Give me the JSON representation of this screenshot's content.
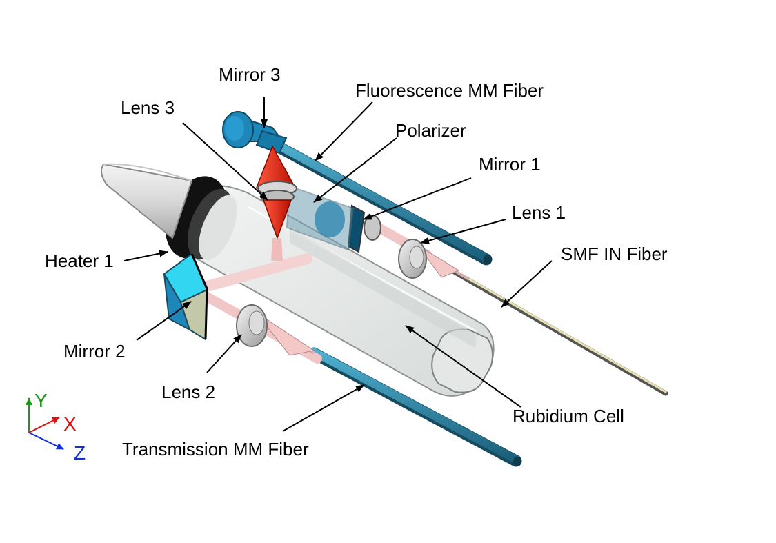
{
  "labels": {
    "mirror3": "Mirror 3",
    "fluorescence_fiber": "Fluorescence MM Fiber",
    "lens3": "Lens 3",
    "polarizer": "Polarizer",
    "mirror1": "Mirror 1",
    "lens1": "Lens 1",
    "heater1": "Heater 1",
    "smf_fiber": "SMF IN Fiber",
    "mirror2": "Mirror 2",
    "lens2": "Lens 2",
    "rubidium_cell": "Rubidium Cell",
    "transmission_fiber": "Transmission MM Fiber"
  },
  "axes": {
    "y": "Y",
    "x": "X",
    "z": "Z"
  },
  "colors": {
    "fiber": "#2a7fa0",
    "mirror": "#1e86b8",
    "mirror_face": "#33d6f0",
    "laser_cone": "#e02010",
    "beam": "#f4c8c8",
    "heater": "#111111",
    "cell": "#e9eceb",
    "axis_y": "#1a9a1a",
    "axis_x": "#e01010",
    "axis_z": "#1030e0"
  }
}
